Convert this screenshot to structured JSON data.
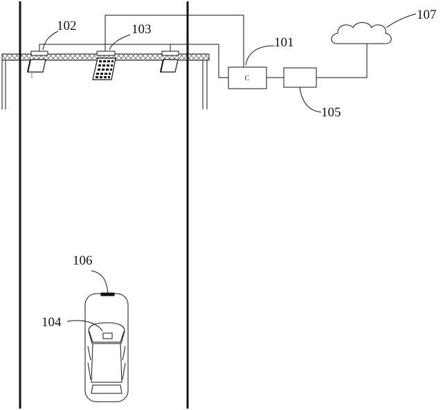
{
  "labels": {
    "controller": "101",
    "camera": "102",
    "antenna_array": "103",
    "onboard_unit": "104",
    "server": "105",
    "vehicle_tag": "106",
    "cloud": "107"
  },
  "controller_mark": "C",
  "colors": {
    "line": "#111111",
    "background": "#ffffff"
  }
}
